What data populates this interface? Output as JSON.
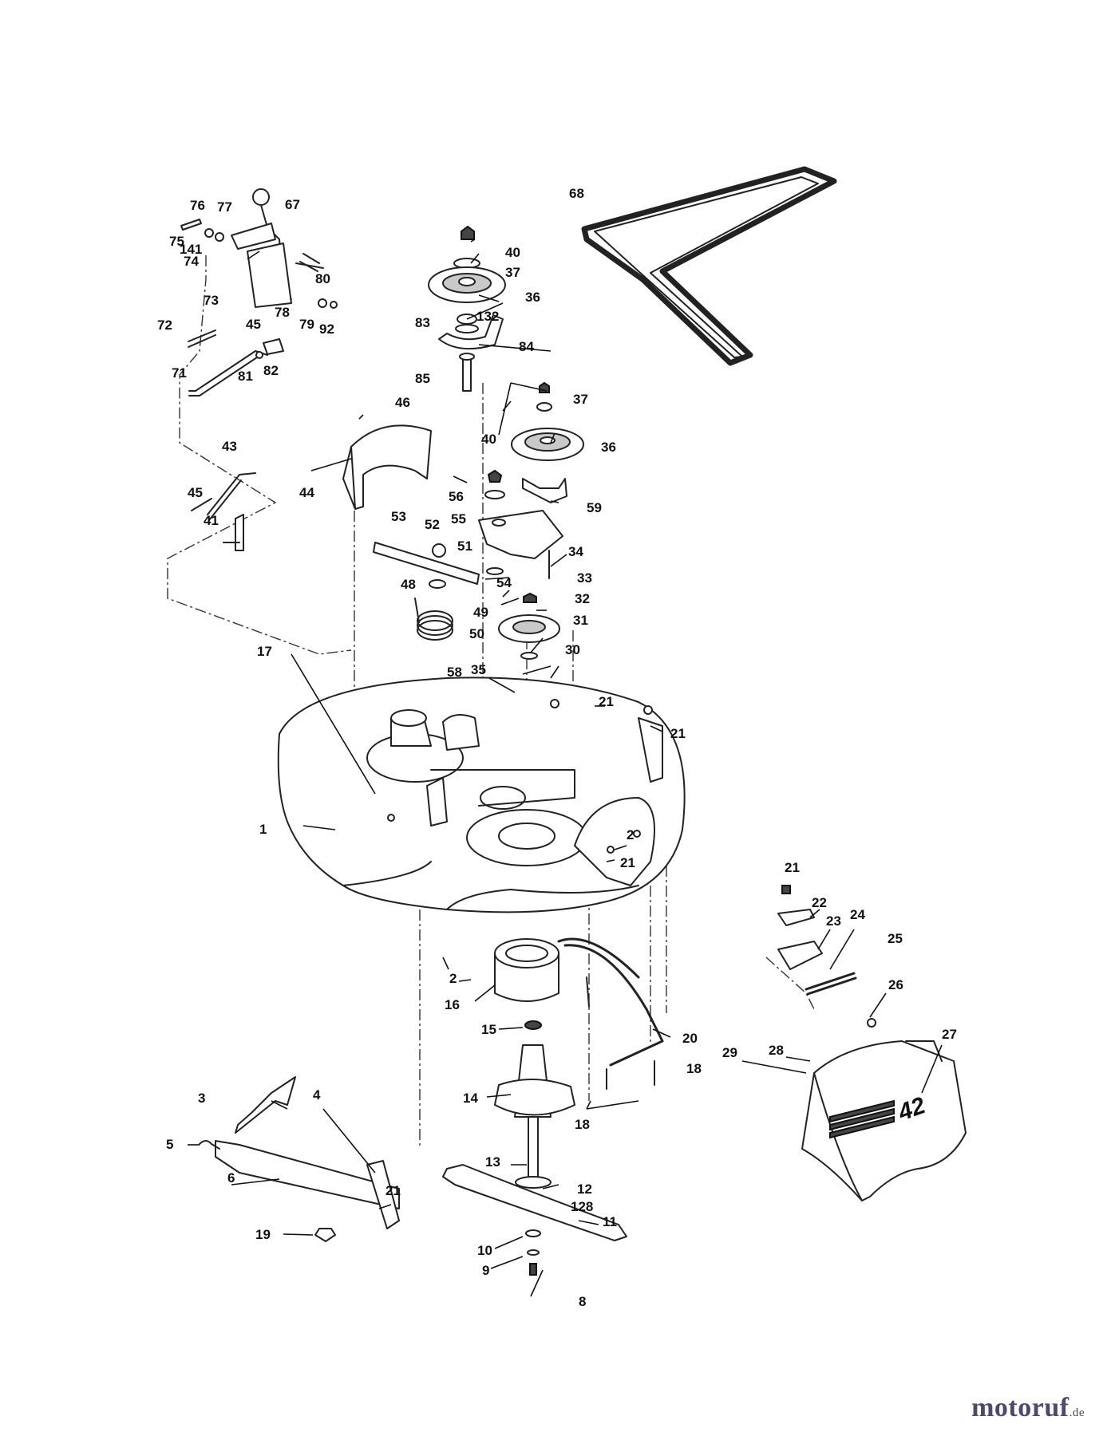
{
  "labels": [
    "1",
    "2",
    "3",
    "4",
    "5",
    "6",
    "8",
    "9",
    "10",
    "11",
    "12",
    "13",
    "14",
    "15",
    "16",
    "17",
    "18",
    "19",
    "20",
    "21",
    "22",
    "23",
    "24",
    "25",
    "26",
    "27",
    "28",
    "29",
    "30",
    "31",
    "32",
    "33",
    "34",
    "35",
    "36",
    "37",
    "40",
    "41",
    "43",
    "44",
    "45",
    "46",
    "48",
    "49",
    "50",
    "51",
    "52",
    "53",
    "54",
    "55",
    "56",
    "58",
    "59",
    "67",
    "68",
    "71",
    "72",
    "73",
    "74",
    "75",
    "76",
    "77",
    "78",
    "79",
    "80",
    "81",
    "82",
    "83",
    "84",
    "85",
    "92",
    "128",
    "132",
    "141",
    "42"
  ],
  "callouts": [
    {
      "text": "1"
    },
    {
      "text": "2"
    },
    {
      "text": "2"
    },
    {
      "text": "3"
    },
    {
      "text": "4"
    },
    {
      "text": "5"
    },
    {
      "text": "6"
    },
    {
      "text": "8"
    },
    {
      "text": "9"
    },
    {
      "text": "10"
    },
    {
      "text": "11"
    },
    {
      "text": "12"
    },
    {
      "text": "128"
    },
    {
      "text": "13"
    },
    {
      "text": "14"
    },
    {
      "text": "15"
    },
    {
      "text": "16"
    },
    {
      "text": "17"
    },
    {
      "text": "18"
    },
    {
      "text": "18"
    },
    {
      "text": "19"
    },
    {
      "text": "20"
    },
    {
      "text": "21"
    },
    {
      "text": "21"
    },
    {
      "text": "21"
    },
    {
      "text": "21"
    },
    {
      "text": "21"
    },
    {
      "text": "22"
    },
    {
      "text": "23"
    },
    {
      "text": "24"
    },
    {
      "text": "25"
    },
    {
      "text": "26"
    },
    {
      "text": "27"
    },
    {
      "text": "28"
    },
    {
      "text": "29"
    },
    {
      "text": "30"
    },
    {
      "text": "31"
    },
    {
      "text": "32"
    },
    {
      "text": "33"
    },
    {
      "text": "34"
    },
    {
      "text": "35"
    },
    {
      "text": "36"
    },
    {
      "text": "36"
    },
    {
      "text": "37"
    },
    {
      "text": "37"
    },
    {
      "text": "40"
    },
    {
      "text": "40"
    },
    {
      "text": "41"
    },
    {
      "text": "43"
    },
    {
      "text": "44"
    },
    {
      "text": "45"
    },
    {
      "text": "45"
    },
    {
      "text": "46"
    },
    {
      "text": "48"
    },
    {
      "text": "49"
    },
    {
      "text": "50"
    },
    {
      "text": "51"
    },
    {
      "text": "52"
    },
    {
      "text": "53"
    },
    {
      "text": "54"
    },
    {
      "text": "55"
    },
    {
      "text": "56"
    },
    {
      "text": "58"
    },
    {
      "text": "59"
    },
    {
      "text": "67"
    },
    {
      "text": "68"
    },
    {
      "text": "71"
    },
    {
      "text": "72"
    },
    {
      "text": "73"
    },
    {
      "text": "74"
    },
    {
      "text": "75"
    },
    {
      "text": "76"
    },
    {
      "text": "77"
    },
    {
      "text": "78"
    },
    {
      "text": "79"
    },
    {
      "text": "80"
    },
    {
      "text": "81"
    },
    {
      "text": "82"
    },
    {
      "text": "83"
    },
    {
      "text": "84"
    },
    {
      "text": "85"
    },
    {
      "text": "92"
    },
    {
      "text": "132"
    },
    {
      "text": "141"
    }
  ],
  "deflector_marking": "42",
  "watermark": {
    "brand": "motoruf",
    "tld": ".de"
  }
}
